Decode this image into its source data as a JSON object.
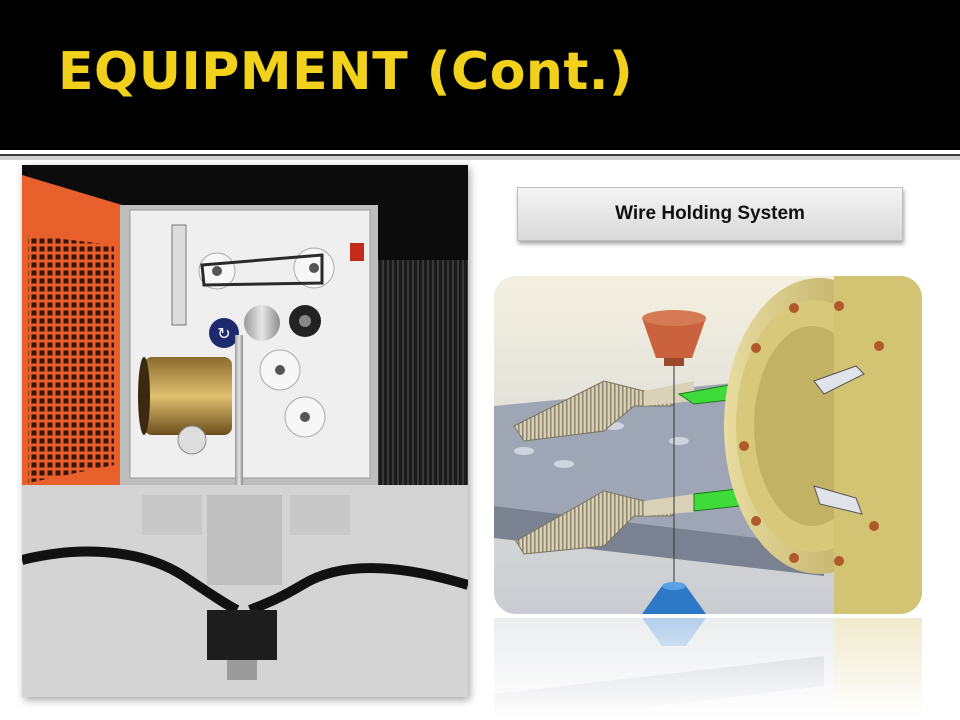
{
  "slide": {
    "title": "EQUIPMENT (Cont.)",
    "caption": "Wire Holding System"
  },
  "colors": {
    "title_text": "#f2d11c",
    "title_band": "#000000",
    "cabinet_door": "#e8602c",
    "wire_guide_green": "#39d43a",
    "nozzle_top": "#c9623d",
    "nozzle_bottom": "#2e78c8"
  },
  "images": {
    "left_photo": "wire-feed-machine-photo",
    "right_render": "wire-holding-system-render"
  }
}
